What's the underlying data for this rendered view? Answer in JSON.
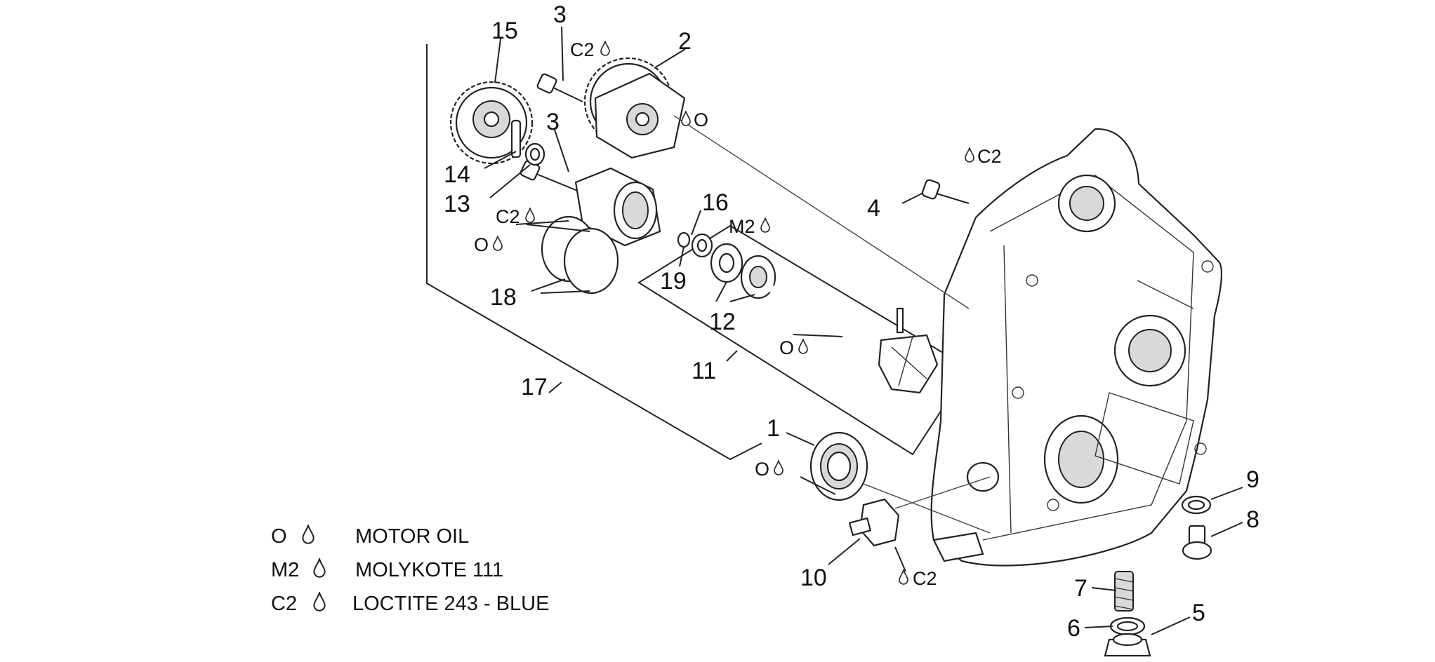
{
  "callouts": {
    "n1": "1",
    "n2": "2",
    "n3a": "3",
    "n3b": "3",
    "n4": "4",
    "n5": "5",
    "n6": "6",
    "n7": "7",
    "n8": "8",
    "n9": "9",
    "n10": "10",
    "n11": "11",
    "n12": "12",
    "n13": "13",
    "n14": "14",
    "n15": "15",
    "n16": "16",
    "n17": "17",
    "n18": "18",
    "n19": "19"
  },
  "lubricant_marks": {
    "c2_top": "C2",
    "o_pump": "O",
    "c2_bolt": "C2",
    "o_rings": "O",
    "m2_seal": "M2",
    "c2_stud": "C2",
    "o_shaft": "O",
    "o_bearing": "O",
    "c2_sensor": "C2"
  },
  "legend": [
    {
      "code": "O",
      "text": "MOTOR OIL"
    },
    {
      "code": "M2",
      "text": "MOLYKOTE 111"
    },
    {
      "code": "C2",
      "text": "LOCTITE 243 - BLUE"
    }
  ]
}
